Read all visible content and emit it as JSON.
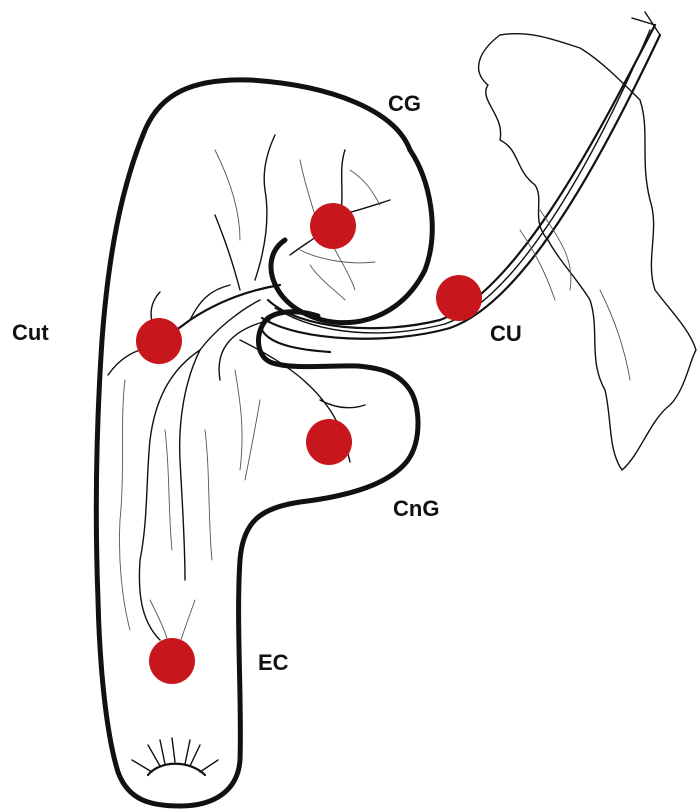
{
  "colors": {
    "site_marker": "#c8161d",
    "outline": "#111111",
    "background": "#ffffff"
  },
  "labels": {
    "cg": "CG",
    "cut": "Cut",
    "cu": "CU",
    "cng": "CnG",
    "ec": "EC"
  }
}
